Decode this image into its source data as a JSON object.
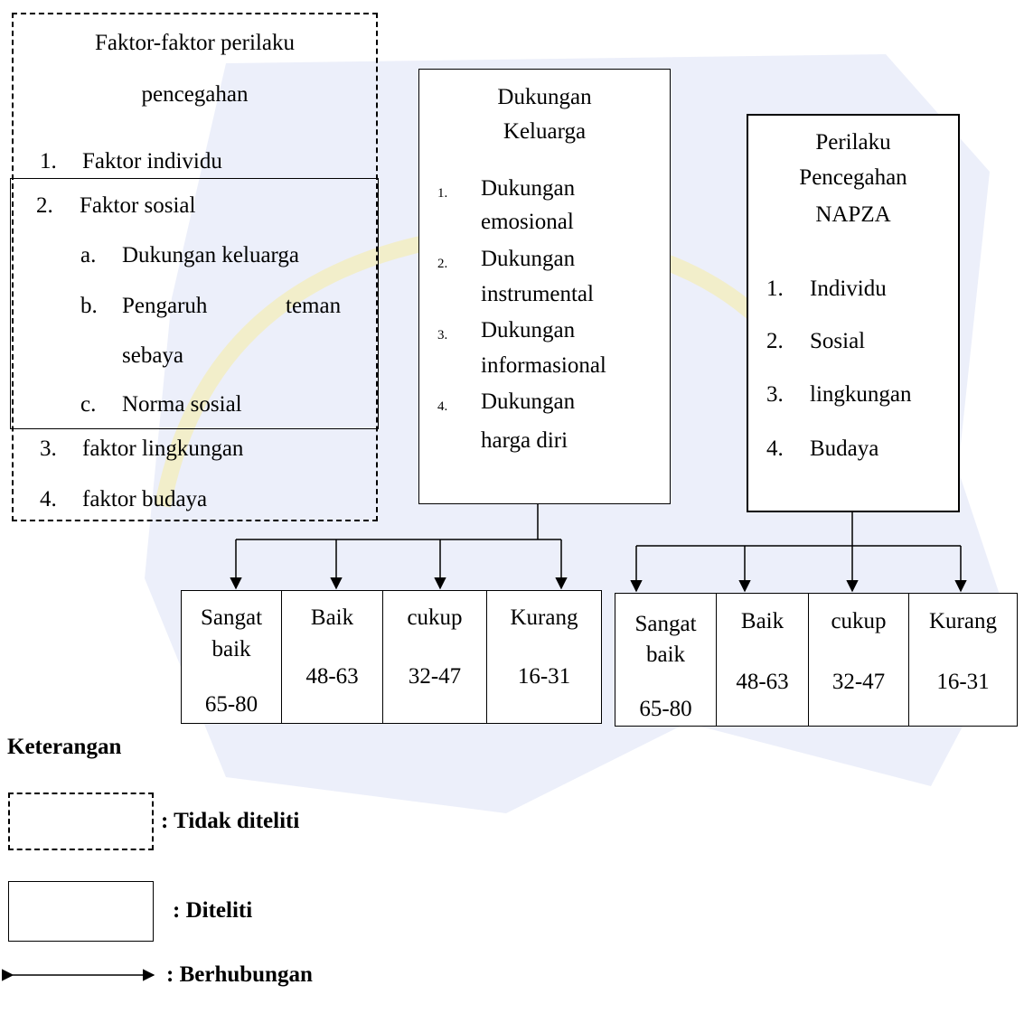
{
  "colors": {
    "watermark_blue": "#c9cfee",
    "watermark_yellow": "#f5e88a",
    "line": "#000000"
  },
  "factors_box": {
    "title_line1": "Faktor-faktor perilaku",
    "title_line2": "pencegahan",
    "item1_num": "1.",
    "item1": "Faktor individu",
    "item2_num": "2.",
    "item2": "Faktor sosial",
    "sub_a_num": "a.",
    "sub_a": "Dukungan keluarga",
    "sub_b_num": "b.",
    "sub_b_word1": "Pengaruh",
    "sub_b_word2": "teman",
    "sub_b_cont": "sebaya",
    "sub_c_num": "c.",
    "sub_c": "Norma sosial",
    "item3_num": "3.",
    "item3": "faktor lingkungan",
    "item4_num": "4.",
    "item4": "faktor budaya"
  },
  "family_support_box": {
    "title_line1": "Dukungan",
    "title_line2": "Keluarga",
    "items": [
      {
        "num": "1.",
        "line1": "Dukungan",
        "line2": "emosional"
      },
      {
        "num": "2.",
        "line1": "Dukungan",
        "line2": "instrumental"
      },
      {
        "num": "3.",
        "line1": "Dukungan",
        "line2": "informasional"
      },
      {
        "num": "4.",
        "line1": "Dukungan",
        "line2": "harga diri"
      }
    ]
  },
  "napza_box": {
    "title_line1": "Perilaku",
    "title_line2": "Pencegahan",
    "title_line3": "NAPZA",
    "items": [
      {
        "num": "1.",
        "label": "Individu"
      },
      {
        "num": "2.",
        "label": "Sosial"
      },
      {
        "num": "3.",
        "label": "lingkungan"
      },
      {
        "num": "4.",
        "label": "Budaya"
      }
    ]
  },
  "left_categories": [
    {
      "line1": "Sangat",
      "line2": "baik",
      "range": "65-80"
    },
    {
      "line1": "Baik",
      "range": "48-63"
    },
    {
      "line1": "cukup",
      "range": "32-47"
    },
    {
      "line1": "Kurang",
      "range": "16-31"
    }
  ],
  "right_categories": [
    {
      "line1": "Sangat",
      "line2": "baik",
      "range": "65-80"
    },
    {
      "line1": "Baik",
      "range": "48-63"
    },
    {
      "line1": "cukup",
      "range": "32-47"
    },
    {
      "line1": "Kurang",
      "range": "16-31"
    }
  ],
  "legend": {
    "title": "Keterangan",
    "not_studied": ":  Tidak diteliti",
    "studied": ": Diteliti",
    "related": ": Berhubungan"
  }
}
